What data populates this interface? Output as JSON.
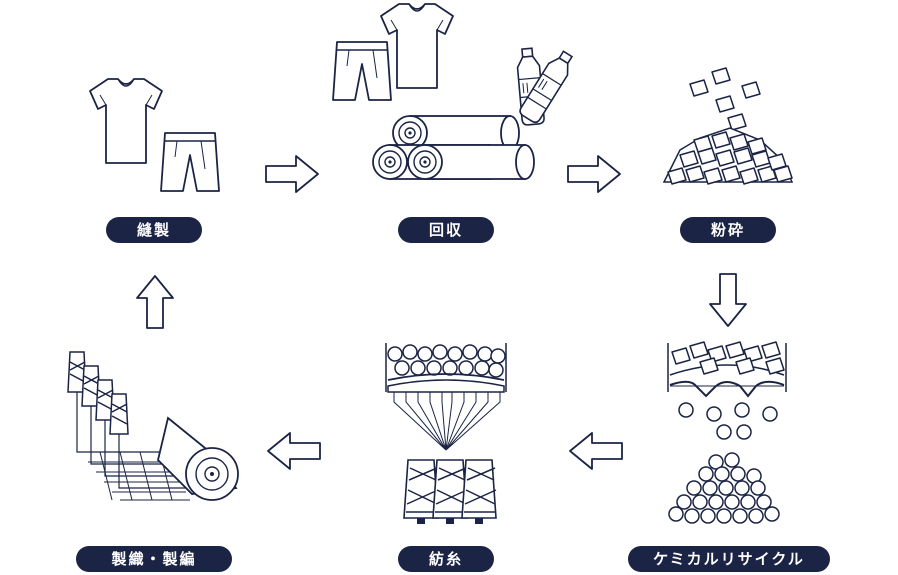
{
  "steps": {
    "sewing": "縫製",
    "collection": "回収",
    "crushing": "粉砕",
    "chemical_recycle": "ケミカルリサイクル",
    "spinning": "紡糸",
    "weaving_knitting": "製織・製編"
  },
  "colors": {
    "ink": "#1b2445",
    "label_bg": "#1b2445",
    "label_text": "#ffffff",
    "background": "#ffffff"
  },
  "icons": [
    "t-shirt-icon",
    "shorts-icon",
    "pet-bottle-icon",
    "fabric-roll-icon",
    "flake-icon",
    "pellet-icon",
    "spool-icon",
    "arrow-icon"
  ]
}
